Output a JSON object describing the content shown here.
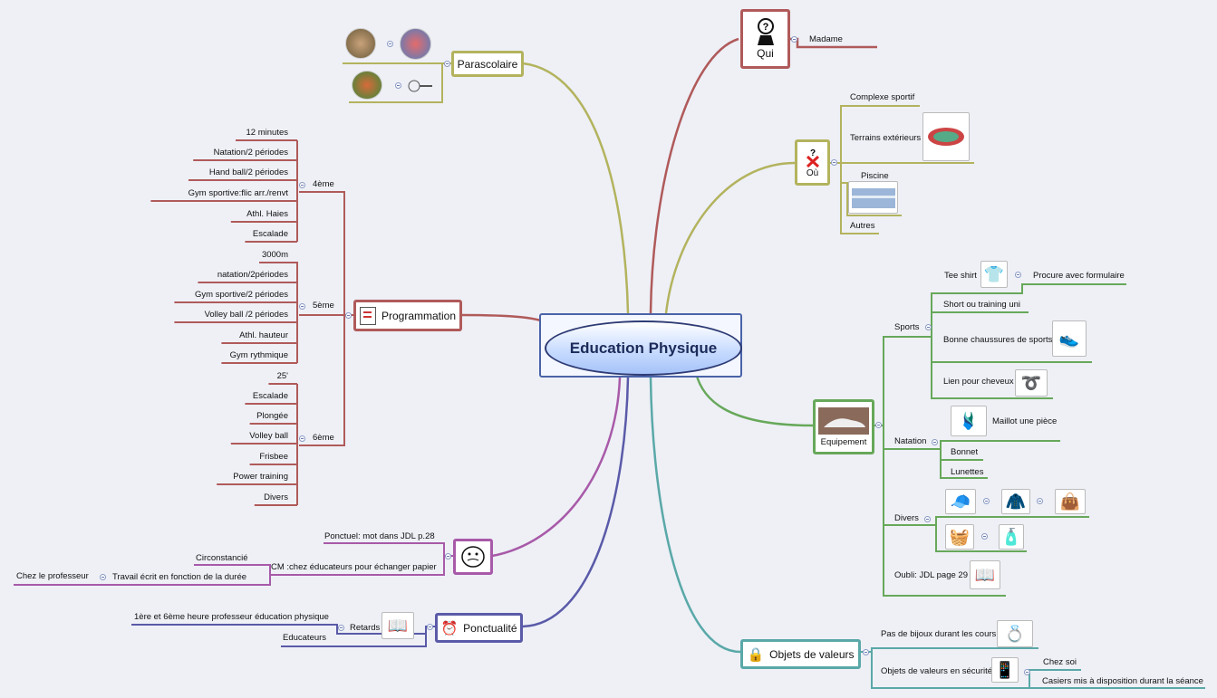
{
  "center": {
    "title": "Education Physique"
  },
  "qui": {
    "label": "Qui",
    "madame": "Madame"
  },
  "ou": {
    "label": "Où",
    "items": [
      "Complexe sportif",
      "Terrains extérieurs",
      "Piscine",
      "Autres"
    ]
  },
  "parascolaire": {
    "label": "Parascolaire"
  },
  "programmation": {
    "label": "Programmation",
    "groups": [
      {
        "name": "4ème",
        "items": [
          "12 minutes",
          "Natation/2 périodes",
          "Hand ball/2 périodes",
          "Gym sportive:flic arr./renvt",
          "Athl. Haies",
          "Escalade"
        ]
      },
      {
        "name": "5ème",
        "items": [
          "3000m",
          "natation/2périodes",
          "Gym sportive/2 périodes",
          "Volley ball /2 périodes",
          "Athl. hauteur",
          "Gym rythmique"
        ]
      },
      {
        "name": "6ème",
        "items": [
          "25'",
          "Escalade",
          "Plongée",
          "Volley ball",
          "Frisbee",
          "Power training",
          "Divers"
        ]
      }
    ]
  },
  "equipement": {
    "label": "Equipement",
    "sports": {
      "name": "Sports",
      "tee_shirt": "Tee shirt",
      "procure": "Procure avec formulaire",
      "short": "Short ou training uni",
      "chaussures": "Bonne chaussures de sports",
      "lien": "Lien pour cheveux"
    },
    "natation": {
      "name": "Natation",
      "maillot": "Maillot une pièce",
      "bonnet": "Bonnet",
      "lunettes": "Lunettes"
    },
    "divers": {
      "name": "Divers"
    },
    "oubli": "Oubli: JDL page 29"
  },
  "objets": {
    "label": "Objets de valeurs",
    "bijoux": "Pas de bijoux durant les cours",
    "securite": "Objets de valeurs en sécurité",
    "chez_soi": "Chez soi",
    "casiers": "Casiers mis à disposition durant la séance"
  },
  "comportement": {
    "ponctuel": "Ponctuel: mot dans JDL p.28",
    "cm": "CM :chez éducateurs pour échanger papier",
    "circonstancie": "Circonstancié",
    "travail": "Travail écrit en fonction de la durée",
    "chez_prof": "Chez le professeur"
  },
  "ponctualite": {
    "label": "Ponctualité",
    "retards": "Retards",
    "heure": "1ère et 6ème heure professeur éducation physique",
    "educateurs": "Educateurs"
  },
  "colors": {
    "red": "#b05a5a",
    "olive": "#b3b35e",
    "green": "#67a85a",
    "teal": "#5aa8a8",
    "blue": "#5a5aa8",
    "purple": "#a85aa8",
    "center_border": "#4a63a8"
  }
}
